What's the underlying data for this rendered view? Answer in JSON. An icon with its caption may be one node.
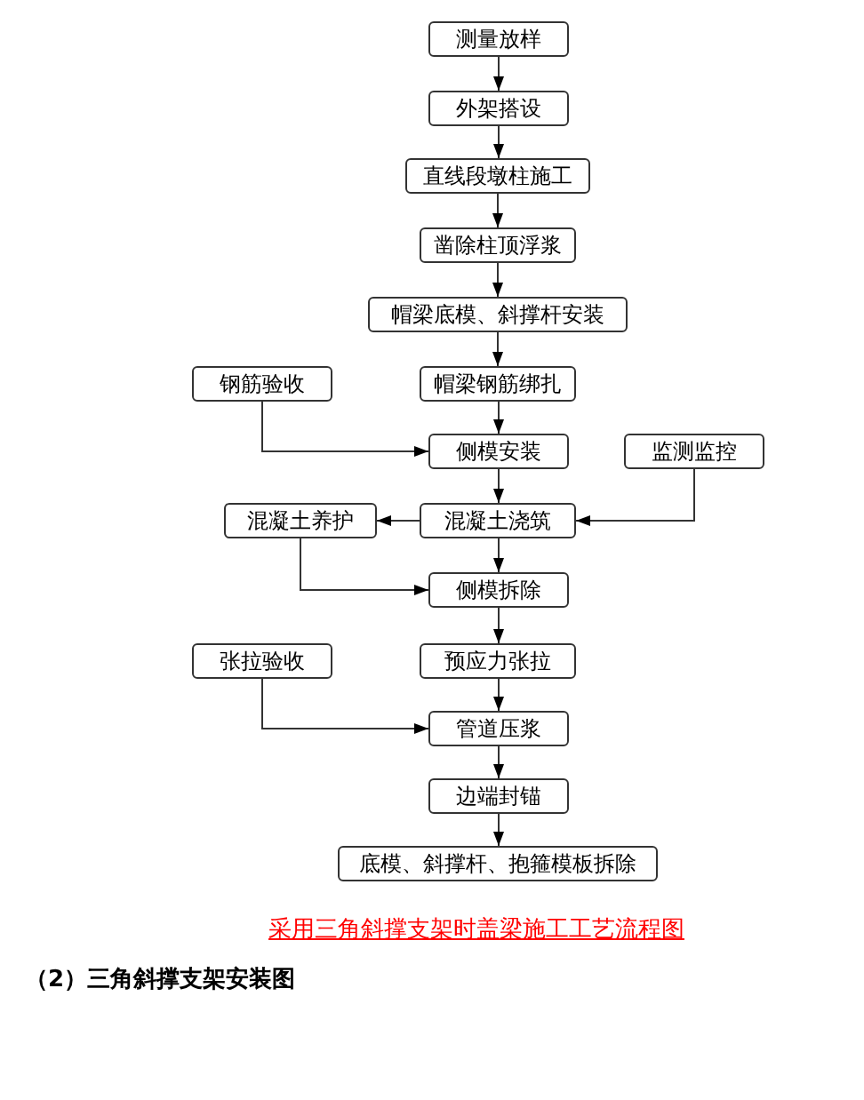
{
  "diagram": {
    "caption": "采用三角斜撑支架时盖梁施工工艺流程图",
    "nodes": [
      {
        "text": [
          "测量放样"
        ]
      },
      {
        "text": [
          "外架搭设"
        ]
      },
      {
        "text": [
          "直线段墩柱施工"
        ]
      },
      {
        "text": [
          "凿除柱顶浮浆"
        ]
      },
      {
        "text": [
          "帽梁底模、斜撑杆安装"
        ]
      },
      {
        "text": [
          "钢筋验收"
        ]
      },
      {
        "text": [
          "帽梁钢筋绑扎"
        ]
      },
      {
        "text": [
          "侧模安装"
        ]
      },
      {
        "text": [
          "监测监控"
        ]
      },
      {
        "text": [
          "混凝土养护"
        ]
      },
      {
        "text": [
          "混凝土浇筑"
        ]
      },
      {
        "text": [
          "侧模拆除"
        ]
      },
      {
        "text": [
          "张拉验收"
        ]
      },
      {
        "text": [
          "预应力张拉"
        ]
      },
      {
        "text": [
          "管道压浆"
        ]
      },
      {
        "text": [
          "边端封锚"
        ]
      },
      {
        "text": [
          "底模、斜撑杆、抱箍模板拆除"
        ]
      }
    ],
    "edges": [
      {
        "from": 0,
        "to": 1,
        "arrow": "to"
      },
      {
        "from": 1,
        "to": 2,
        "arrow": "to"
      },
      {
        "from": 2,
        "to": 3,
        "arrow": "to"
      },
      {
        "from": 3,
        "to": 4,
        "arrow": "to"
      },
      {
        "from": 4,
        "to": 6,
        "arrow": "to"
      },
      {
        "from": 6,
        "to": 7,
        "arrow": "to"
      },
      {
        "from": 5,
        "to": 7,
        "arrow": "to"
      },
      {
        "from": 7,
        "to": 10,
        "arrow": "to"
      },
      {
        "from": 8,
        "to": 10,
        "arrow": "to"
      },
      {
        "from": 10,
        "to": 9,
        "arrow": "to"
      },
      {
        "from": 10,
        "to": 11,
        "arrow": "to"
      },
      {
        "from": 9,
        "to": 11,
        "arrow": "to"
      },
      {
        "from": 11,
        "to": 13,
        "arrow": "to"
      },
      {
        "from": 13,
        "to": 14,
        "arrow": "to"
      },
      {
        "from": 12,
        "to": 14,
        "arrow": "to"
      },
      {
        "from": 14,
        "to": 15,
        "arrow": "to"
      },
      {
        "from": 15,
        "to": 16,
        "arrow": "to"
      }
    ],
    "labels": [
      "（2）三角斜撑支架安装图"
    ]
  }
}
